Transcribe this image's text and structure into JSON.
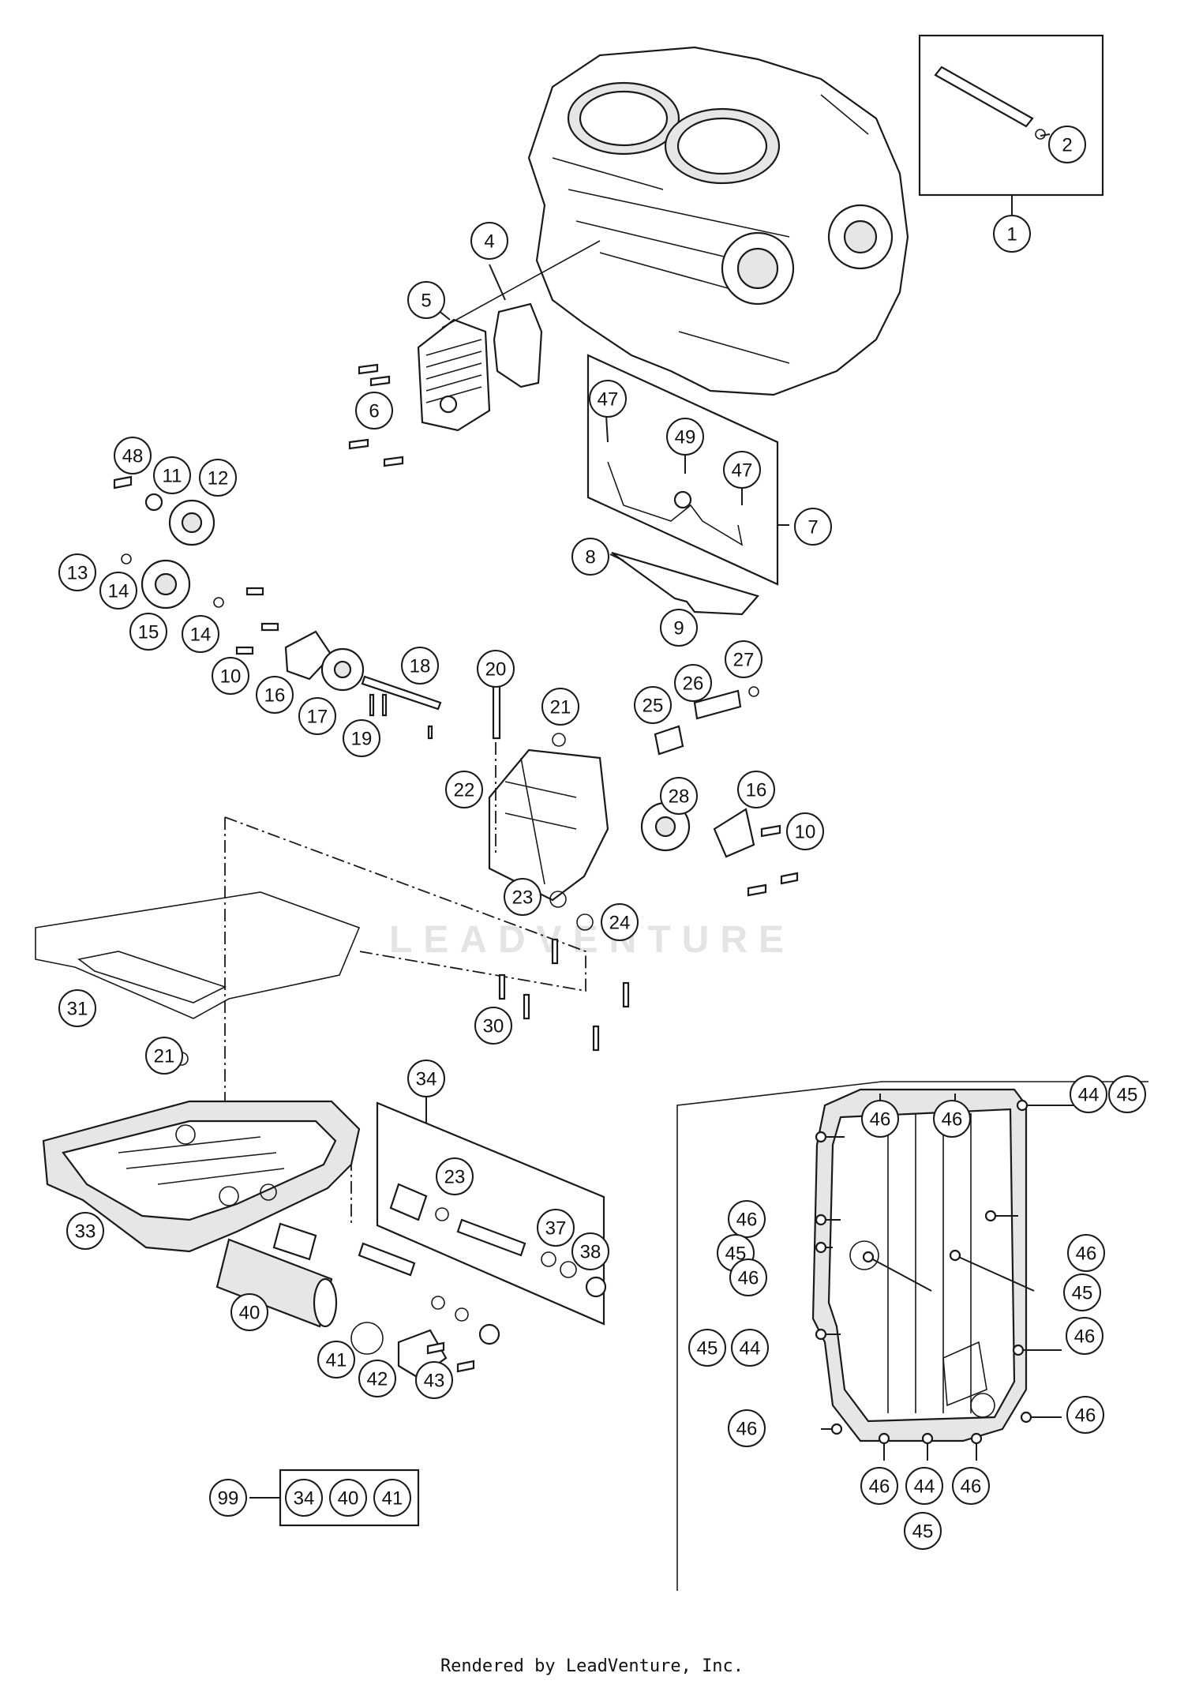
{
  "diagram": {
    "callouts": [
      {
        "label": "1"
      },
      {
        "label": "2"
      },
      {
        "label": "4"
      },
      {
        "label": "5"
      },
      {
        "label": "6"
      },
      {
        "label": "47"
      },
      {
        "label": "49"
      },
      {
        "label": "47"
      },
      {
        "label": "7"
      },
      {
        "label": "8"
      },
      {
        "label": "9"
      },
      {
        "label": "48"
      },
      {
        "label": "11"
      },
      {
        "label": "12"
      },
      {
        "label": "13"
      },
      {
        "label": "14"
      },
      {
        "label": "15"
      },
      {
        "label": "14"
      },
      {
        "label": "10"
      },
      {
        "label": "16"
      },
      {
        "label": "17"
      },
      {
        "label": "18"
      },
      {
        "label": "19"
      },
      {
        "label": "20"
      },
      {
        "label": "21"
      },
      {
        "label": "25"
      },
      {
        "label": "26"
      },
      {
        "label": "27"
      },
      {
        "label": "22"
      },
      {
        "label": "28"
      },
      {
        "label": "16"
      },
      {
        "label": "10"
      },
      {
        "label": "23"
      },
      {
        "label": "24"
      },
      {
        "label": "31"
      },
      {
        "label": "30"
      },
      {
        "label": "21"
      },
      {
        "label": "33"
      },
      {
        "label": "34"
      },
      {
        "label": "23"
      },
      {
        "label": "37"
      },
      {
        "label": "38"
      },
      {
        "label": "40"
      },
      {
        "label": "41"
      },
      {
        "label": "42"
      },
      {
        "label": "43"
      },
      {
        "label": "99"
      },
      {
        "label": "34"
      },
      {
        "label": "40"
      },
      {
        "label": "41"
      },
      {
        "label": "46"
      },
      {
        "label": "46"
      },
      {
        "label": "44"
      },
      {
        "label": "45"
      },
      {
        "label": "46"
      },
      {
        "label": "45"
      },
      {
        "label": "46"
      },
      {
        "label": "46"
      },
      {
        "label": "45"
      },
      {
        "label": "45"
      },
      {
        "label": "44"
      },
      {
        "label": "46"
      },
      {
        "label": "46"
      },
      {
        "label": "46"
      },
      {
        "label": "46"
      },
      {
        "label": "44"
      },
      {
        "label": "46"
      },
      {
        "label": "45"
      }
    ],
    "watermark": "LEADVENTURE"
  },
  "footer": {
    "text": "Rendered by LeadVenture, Inc."
  }
}
